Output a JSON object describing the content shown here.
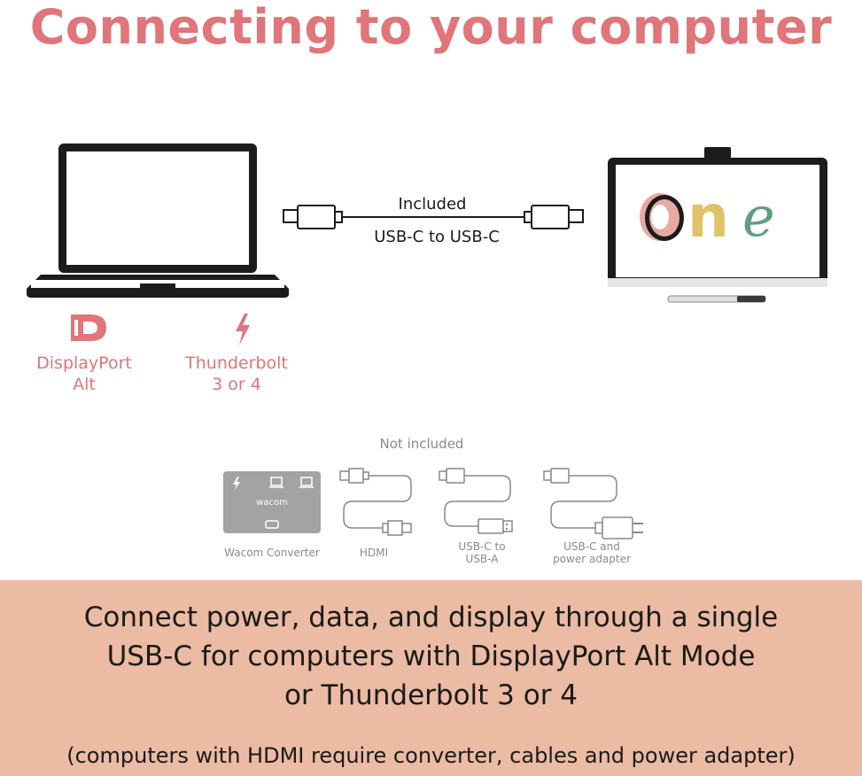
{
  "title": "Connecting to your computer",
  "cable": {
    "top_label": "Included",
    "bottom_label": "USB-C to USB-C"
  },
  "display_logo": "One",
  "ports": [
    {
      "line1": "DisplayPort",
      "line2": "Alt",
      "icon": "displayport-icon"
    },
    {
      "line1": "Thunderbolt",
      "line2": "3 or 4",
      "icon": "thunderbolt-icon"
    }
  ],
  "not_included": {
    "heading": "Not included",
    "converter_brand": "wacom",
    "items": [
      {
        "line1": "Wacom Converter",
        "line2": ""
      },
      {
        "line1": "HDMI",
        "line2": ""
      },
      {
        "line1": "USB-C to",
        "line2": "USB-A"
      },
      {
        "line1": "USB-C and",
        "line2": "power adapter"
      }
    ]
  },
  "footer": {
    "line1": "Connect power, data, and display through a single",
    "line2": "USB-C for computers with DisplayPort Alt Mode",
    "line3": "or Thunderbolt 3 or 4",
    "note": "(computers with HDMI require converter, cables and power adapter)"
  },
  "colors": {
    "accent": "#e0757a",
    "band": "#ebbba3",
    "logo_o": "#e8a9a0",
    "logo_n": "#e2c268",
    "logo_e": "#5f9f7f"
  }
}
